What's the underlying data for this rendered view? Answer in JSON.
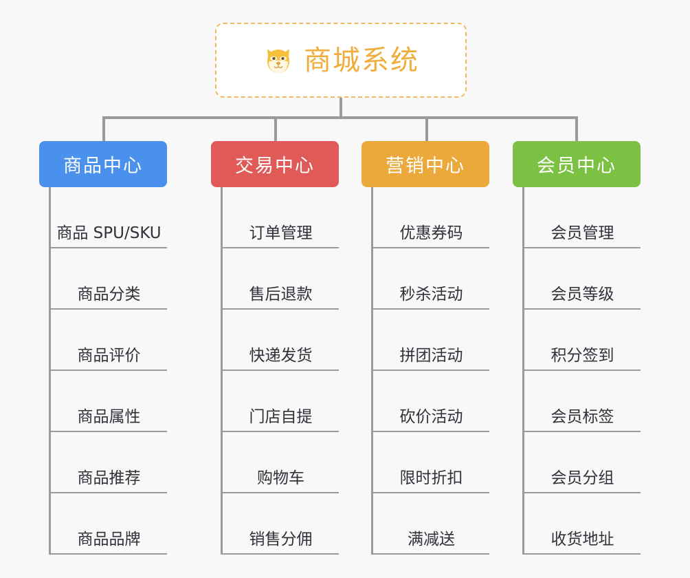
{
  "page": {
    "background_color": "#f8f8f8",
    "line_color": "#9a9a9a",
    "leaf_text_color": "#30323a"
  },
  "root": {
    "icon": "shiba-dog-face-icon",
    "icon_glyph": "🐶",
    "title": "商城系统",
    "title_color": "#f0ad3e",
    "border_color": "#f0b860",
    "background_color": "#ffffff"
  },
  "branches": [
    {
      "id": "product-center",
      "label": "商品中心",
      "color": "#4a90ed",
      "items": [
        "商品 SPU/SKU",
        "商品分类",
        "商品评价",
        "商品属性",
        "商品推荐",
        "商品品牌"
      ]
    },
    {
      "id": "trade-center",
      "label": "交易中心",
      "color": "#e05b57",
      "items": [
        "订单管理",
        "售后退款",
        "快递发货",
        "门店自提",
        "购物车",
        "销售分佣"
      ]
    },
    {
      "id": "marketing-center",
      "label": "营销中心",
      "color": "#eba93c",
      "items": [
        "优惠券码",
        "秒杀活动",
        "拼团活动",
        "砍价活动",
        "限时折扣",
        "满减送"
      ]
    },
    {
      "id": "member-center",
      "label": "会员中心",
      "color": "#7cc143",
      "items": [
        "会员管理",
        "会员等级",
        "积分签到",
        "会员标签",
        "会员分组",
        "收货地址"
      ]
    }
  ]
}
